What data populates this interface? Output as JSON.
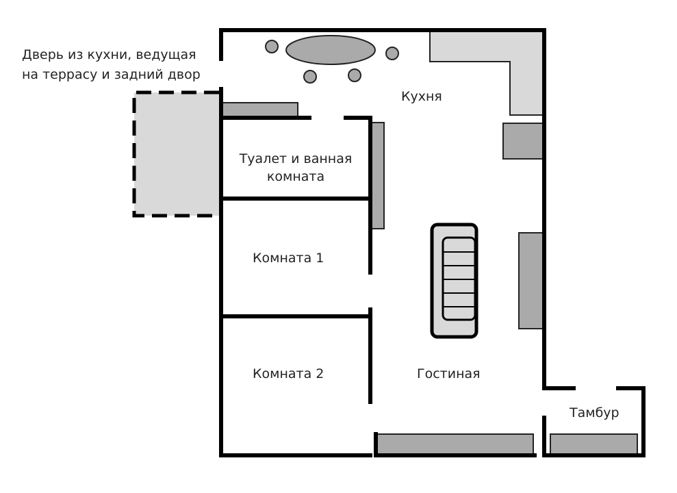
{
  "diagram": {
    "labels": {
      "door_note_line1": "Дверь из кухни, ведущая",
      "door_note_line2": "на террасу и задний двор",
      "kitchen": "Кухня",
      "bath_line1": "Туалет и ванная",
      "bath_line2": "комната",
      "room1": "Комната 1",
      "room2": "Комната 2",
      "living": "Гостиная",
      "vestibule": "Тамбур"
    },
    "colors": {
      "wall": "#000000",
      "furniture": "#aaaaaa",
      "light_fill": "#d9d9d9"
    }
  }
}
